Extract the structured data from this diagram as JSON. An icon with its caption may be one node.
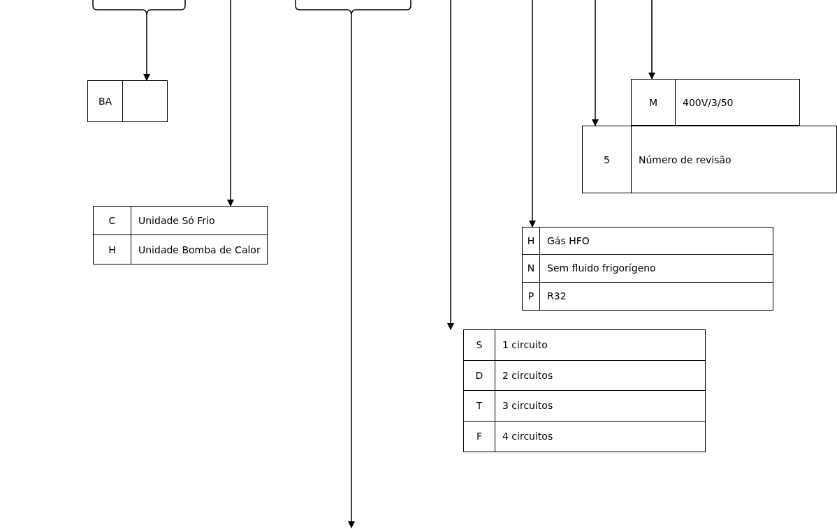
{
  "diagram": {
    "nodes": [
      {
        "text": [],
        "shape": "bracket"
      },
      {
        "text": [],
        "shape": "bracket"
      },
      {
        "text": [
          "BA"
        ]
      },
      {
        "text": [
          "C",
          "Unidade Só Frio",
          "H",
          "Unidade Bomba de Calor"
        ]
      },
      {
        "text": [
          "S",
          "1 circuito",
          "D",
          "2 circuitos",
          "T",
          "3 circuitos",
          "F",
          "4 circuitos"
        ]
      },
      {
        "text": [
          "H",
          "Gás HFO",
          "N",
          "Sem fluido frigorígeno",
          "P",
          "R32"
        ]
      },
      {
        "text": [
          "5",
          "Número de revisão"
        ]
      },
      {
        "text": [
          "M",
          "400V/3/50"
        ]
      }
    ],
    "edges": [
      {
        "from": 0,
        "to": 2,
        "arrow": "to"
      },
      {
        "from": null,
        "to": 3,
        "arrow": "to"
      },
      {
        "from": 1,
        "to": null,
        "arrow": "to"
      },
      {
        "from": null,
        "to": 4,
        "arrow": "to"
      },
      {
        "from": null,
        "to": 5,
        "arrow": "to"
      },
      {
        "from": null,
        "to": 6,
        "arrow": "to"
      },
      {
        "from": null,
        "to": 7,
        "arrow": "to"
      }
    ]
  }
}
